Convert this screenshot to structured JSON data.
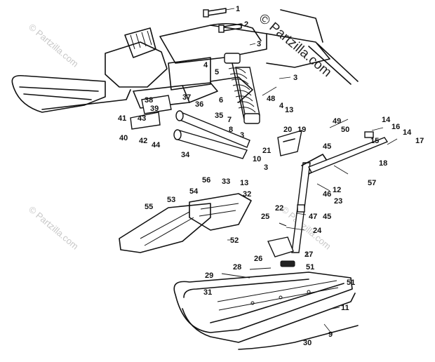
{
  "watermark": {
    "main_text": "© Partzilla.com",
    "faint_text": "© Partzilla.com"
  },
  "callouts": [
    "1",
    "2",
    "3",
    "3",
    "3",
    "3",
    "4",
    "4",
    "5",
    "6",
    "7",
    "8",
    "9",
    "10",
    "11",
    "12",
    "13",
    "13",
    "14",
    "14",
    "15",
    "16",
    "17",
    "18",
    "19",
    "20",
    "21",
    "22",
    "23",
    "24",
    "25",
    "26",
    "27",
    "28",
    "29",
    "30",
    "31",
    "32",
    "33",
    "34",
    "35",
    "36",
    "37",
    "38",
    "39",
    "40",
    "41",
    "42",
    "43",
    "44",
    "45",
    "45",
    "46",
    "47",
    "48",
    "49",
    "50",
    "51",
    "51",
    "52",
    "53",
    "54",
    "55",
    "56",
    "57"
  ]
}
